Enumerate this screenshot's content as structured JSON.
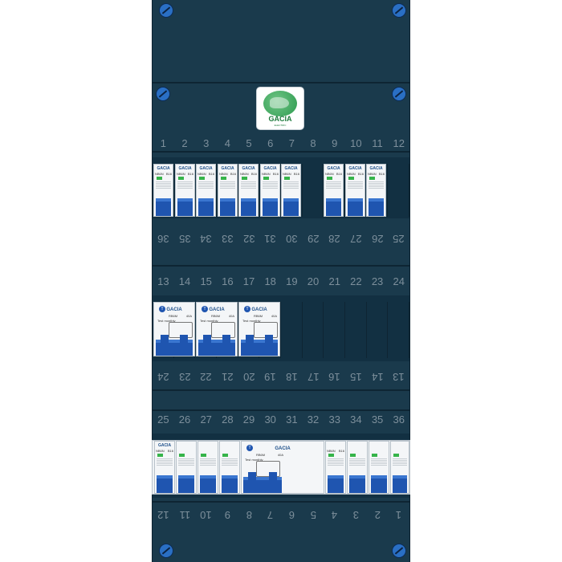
{
  "brand": {
    "logo_name": "GACIA",
    "logo_sub": "ELECTRIC"
  },
  "rows": {
    "r1_top": [
      "1",
      "2",
      "3",
      "4",
      "5",
      "6",
      "7",
      "8",
      "9",
      "10",
      "11",
      "12"
    ],
    "r1_bottom": [
      "36",
      "35",
      "34",
      "33",
      "32",
      "31",
      "30",
      "29",
      "28",
      "27",
      "26",
      "25"
    ],
    "r2_top": [
      "13",
      "14",
      "15",
      "16",
      "17",
      "18",
      "19",
      "20",
      "21",
      "22",
      "23",
      "24"
    ],
    "r2_bottom": [
      "24",
      "23",
      "22",
      "21",
      "20",
      "19",
      "18",
      "17",
      "16",
      "15",
      "14",
      "13"
    ],
    "r3_top": [
      "25",
      "26",
      "27",
      "28",
      "29",
      "30",
      "31",
      "32",
      "33",
      "34",
      "35",
      "36"
    ],
    "r3_bottom": [
      "12",
      "11",
      "10",
      "9",
      "8",
      "7",
      "6",
      "5",
      "4",
      "3",
      "2",
      "1"
    ]
  },
  "breakers": {
    "brand": "GACIA",
    "model": "NB6N",
    "rating": "B16"
  },
  "rcds": {
    "brand": "GACIA",
    "model": "RB6M",
    "rating": "40A",
    "btn": "T",
    "test_label": "Test monthly"
  },
  "row3": {
    "rcbo_model": "NB6N",
    "rcbo_rating": "B16",
    "rcd_brand": "GACIA",
    "rcd_model": "RB6M",
    "rcd_rating": "40A",
    "rcd_btn": "T",
    "rcd_test": "Test monthly",
    "right_rcbo_model": "NB6N",
    "right_rcbo_rating": "B16"
  },
  "colors": {
    "panel": "#1a3a4c",
    "toggle": "#1f55b0",
    "led": "#36b44a",
    "brand_blue": "#1d4f8a"
  }
}
